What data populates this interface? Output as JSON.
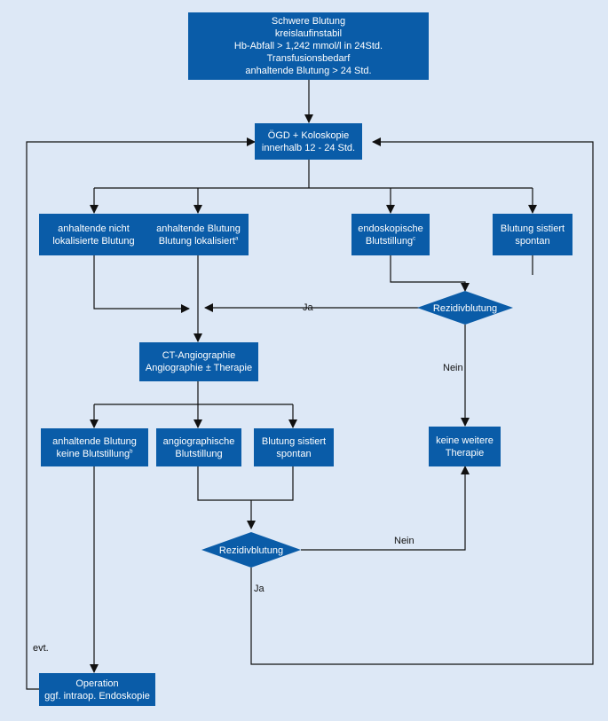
{
  "nodes": {
    "start": "Schwere Blutung\nkreislaufinstabil\nHb-Abfall > 1,242 mmol/l in 24Std.\nTransfusionsbedarf\nanhaltende Blutung > 24 Std.",
    "oegd": "ÖGD + Koloskopie\ninnerhalb 12 - 24 Std.",
    "nicht_lokal": "anhaltende nicht\nlokalisierte Blutung",
    "lokal_line1": "anhaltende Blutung",
    "lokal_line2": "Blutung lokalisiert",
    "endo_line1": "endoskopische",
    "endo_line2": "Blutstillung",
    "sistiert_spontan_top": "Blutung sistiert\nspontan",
    "rezidiv_top": "Rezidivblutung",
    "ct": "CT-Angiographie\nAngiographie ± Therapie",
    "keine_blutstillung_line1": "anhaltende Blutung",
    "keine_blutstillung_line2": "keine Blutstillung",
    "angio_blutstillung": "angiographische\nBlutstillung",
    "sistiert_spontan_mid": "Blutung sistiert\nspontan",
    "keine_therapie": "keine weitere\nTherapie",
    "rezidiv_bottom": "Rezidivblutung",
    "operation": "Operation\nggf. intraop. Endoskopie"
  },
  "footnote_marks": {
    "lokal": "a",
    "endo": "c",
    "keine_blutstillung": "b"
  },
  "edge_labels": {
    "ja_top": "Ja",
    "nein_top": "Nein",
    "nein_bottom": "Nein",
    "ja_bottom": "Ja",
    "evt": "evt."
  },
  "colors": {
    "background": "#dde8f6",
    "box_fill": "#0a5ca8",
    "box_text": "#ffffff",
    "line": "#111111"
  }
}
